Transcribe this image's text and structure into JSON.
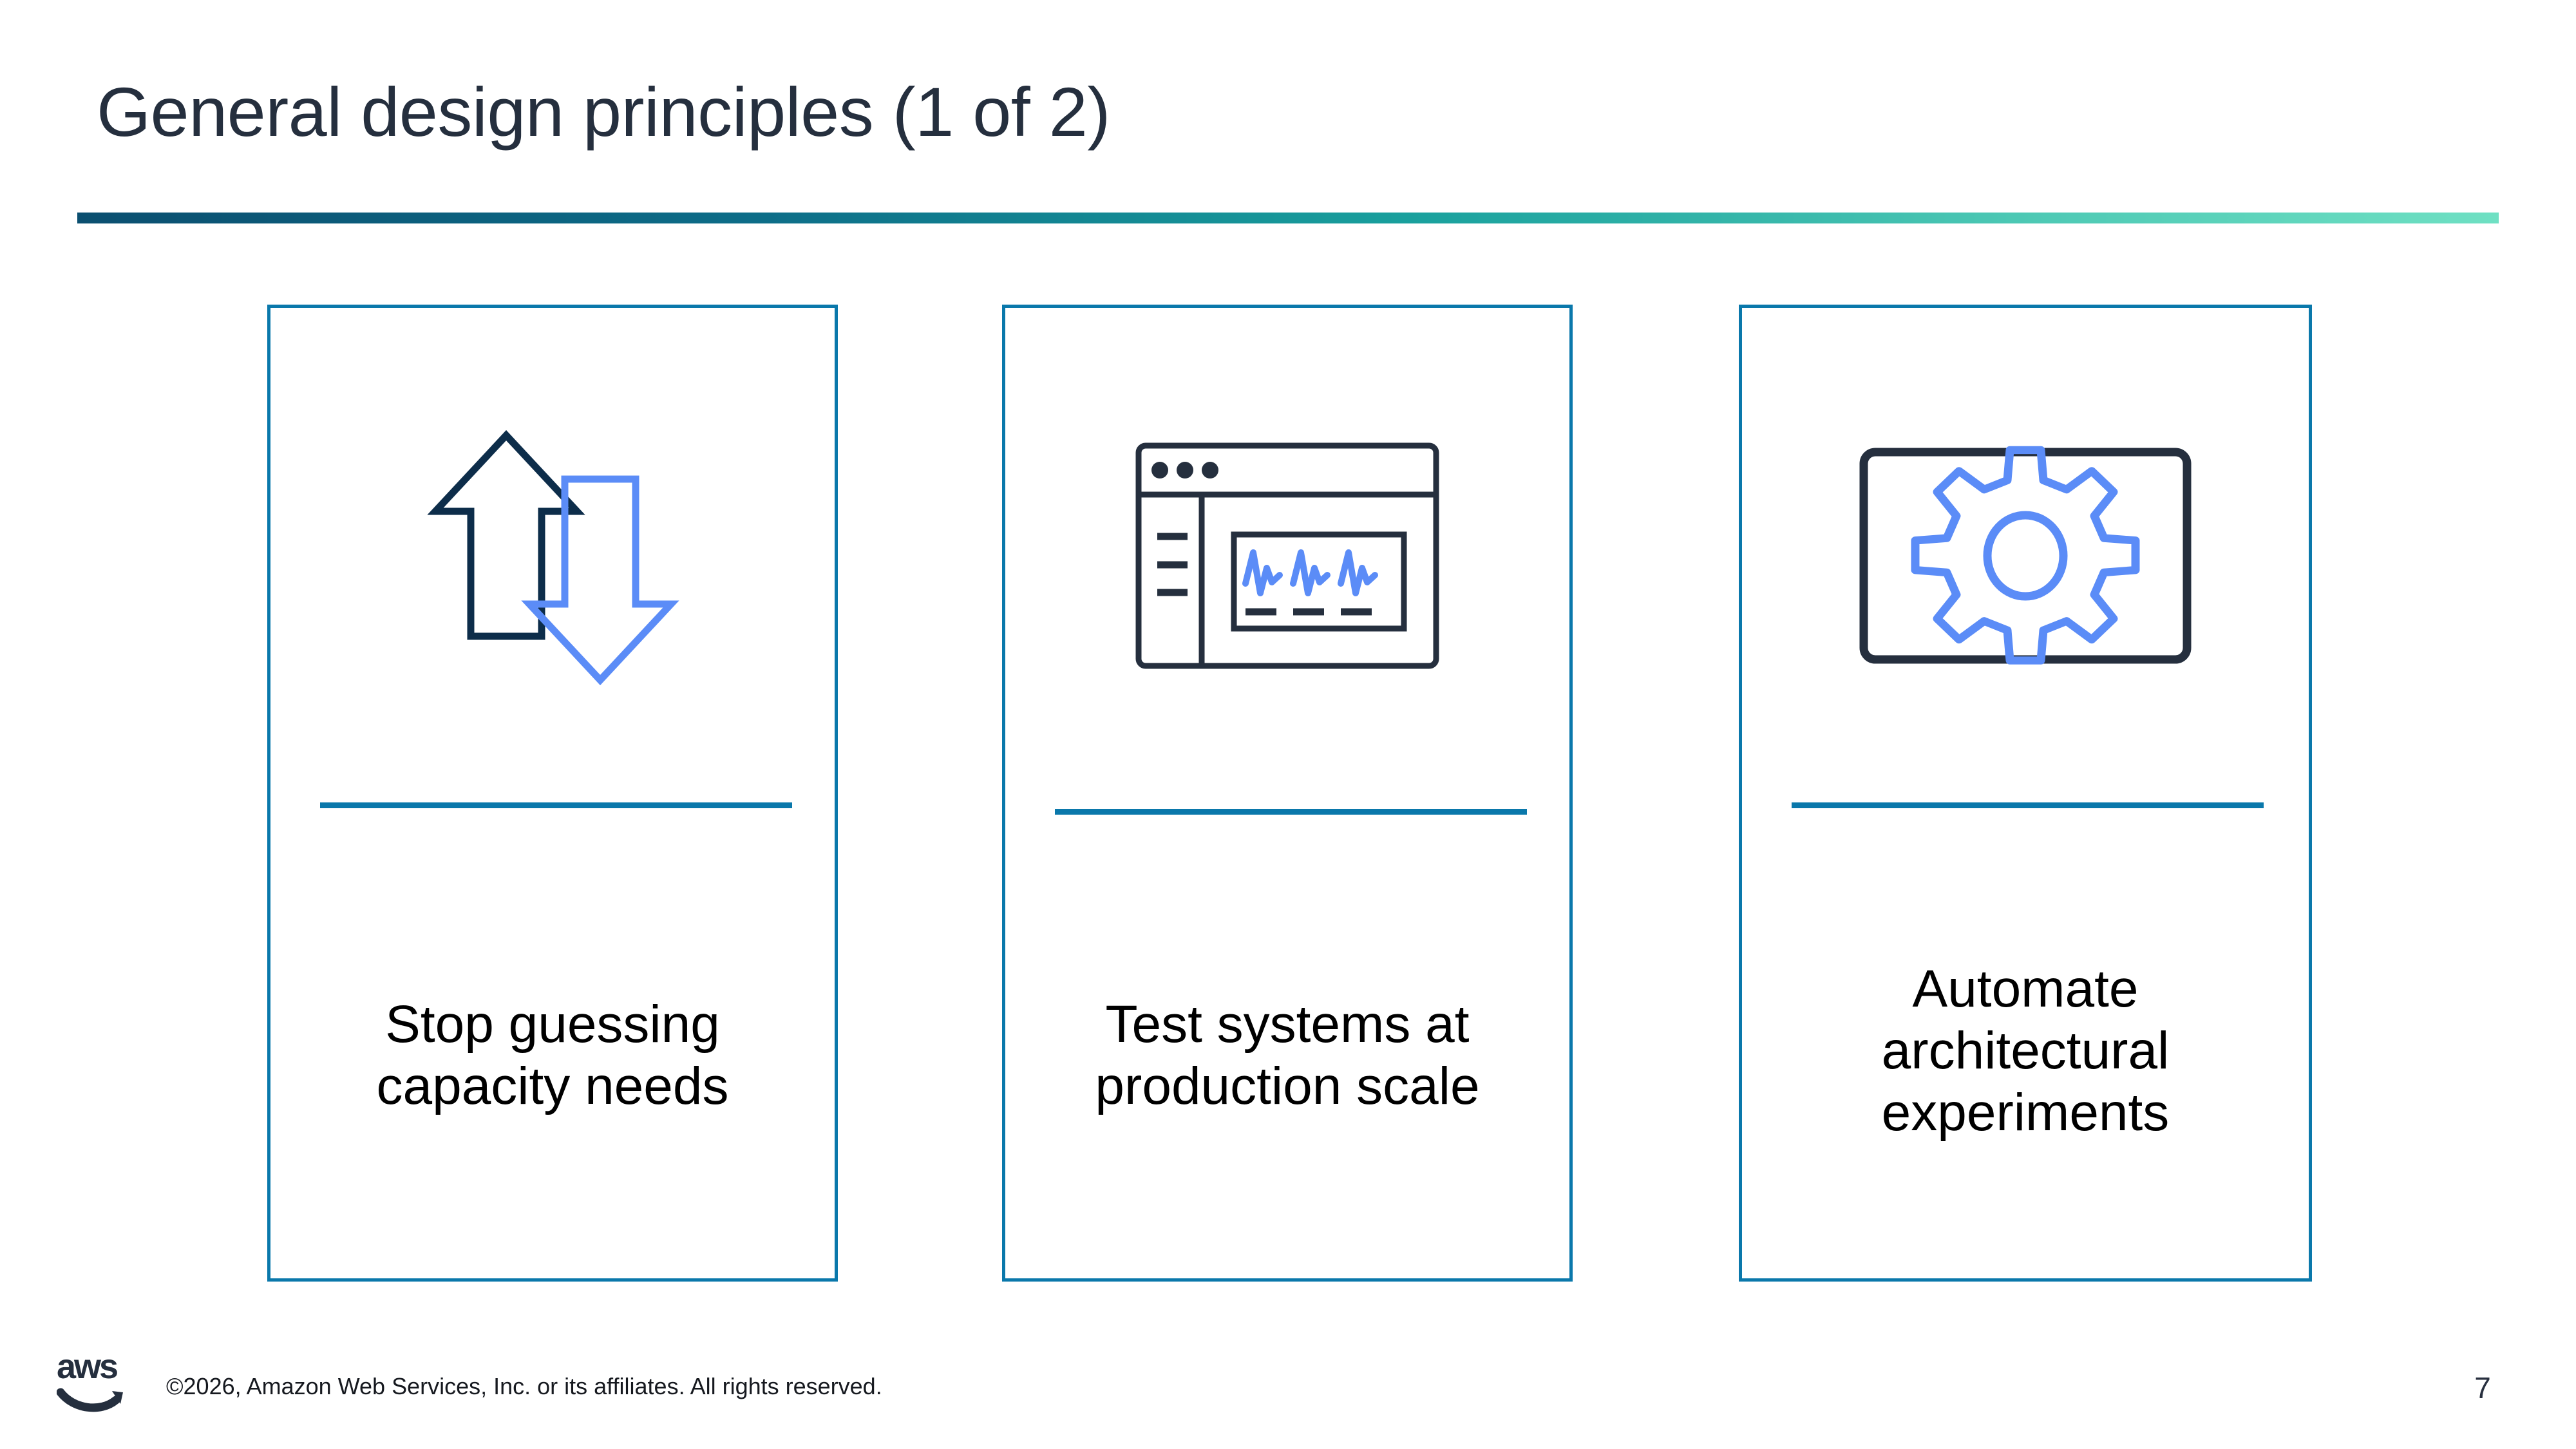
{
  "slide": {
    "title": "General design principles (1 of 2)",
    "page_number": "7",
    "title_color": "#252f3e",
    "rule_gradient_start": "#0b4f70",
    "rule_gradient_end": "#6fe0c3",
    "card_border_color": "#0a78ab",
    "accent_blue": "#5b8cf7",
    "icon_dark": "#252f3e"
  },
  "cards": [
    {
      "icon_name": "up-down-arrows-icon",
      "label_line_1": "Stop guessing",
      "label_line_2": "capacity needs",
      "label_line_3": ""
    },
    {
      "icon_name": "dashboard-window-icon",
      "label_line_1": "Test systems at",
      "label_line_2": "production scale",
      "label_line_3": ""
    },
    {
      "icon_name": "gear-screen-icon",
      "label_line_1": "Automate",
      "label_line_2": "architectural",
      "label_line_3": "experiments"
    }
  ],
  "footer": {
    "logo_name": "aws-logo",
    "logo_wordmark": "aws",
    "copyright": "©2026, Amazon Web Services, Inc. or its affiliates. All rights reserved."
  }
}
